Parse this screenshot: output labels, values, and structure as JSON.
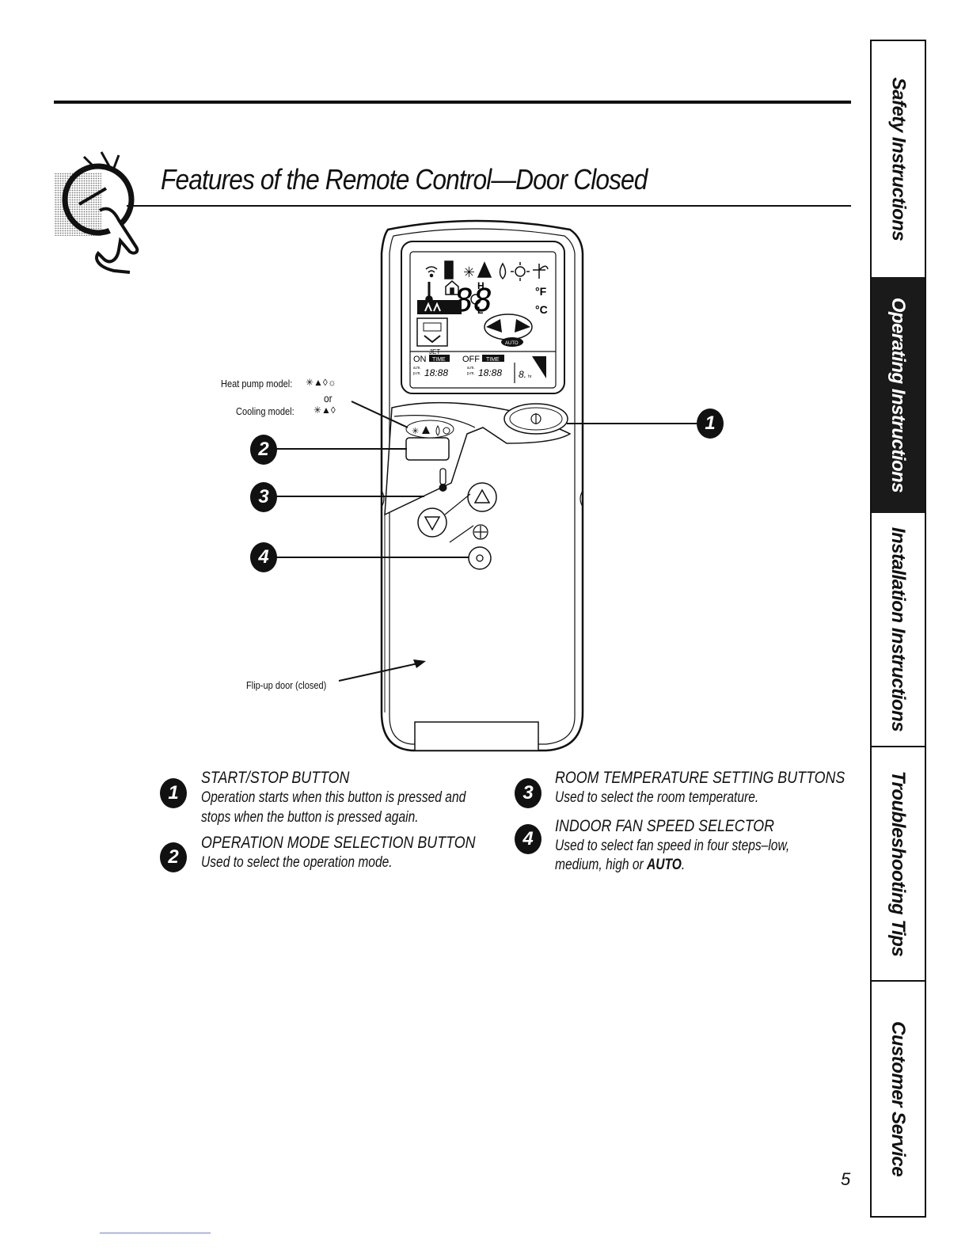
{
  "header": {
    "title": "Features of the Remote Control—Door Closed"
  },
  "diagram_labels": {
    "heat_pump": "Heat pump model:",
    "or": "or",
    "cooling": "Cooling model:",
    "flip_door": "Flip-up door (closed)",
    "temp_digits": "88",
    "deg_f": "°F",
    "deg_c": "°C",
    "h": "H",
    "l": "L",
    "jet": "JET",
    "auto": "AUTO",
    "on": "ON",
    "off": "OFF",
    "time": "TIME",
    "timer_on": "18:88",
    "timer_off": "18:88",
    "am": "a.m.",
    "pm": "p.m.",
    "sleep": "8.",
    "sleep_unit": "hr"
  },
  "callouts": [
    "1",
    "2",
    "3",
    "4"
  ],
  "descriptions": {
    "d1": {
      "num": "1",
      "heading": "START/STOP BUTTON",
      "line1": "Operation starts when this button is pressed and",
      "line2": "stops when the button is pressed again."
    },
    "d2": {
      "num": "2",
      "heading": "OPERATION MODE SELECTION BUTTON",
      "line1": "Used to select the operation mode."
    },
    "d3": {
      "num": "3",
      "heading": "ROOM TEMPERATURE SETTING BUTTONS",
      "line1": "Used to select the room temperature."
    },
    "d4": {
      "num": "4",
      "heading": "INDOOR FAN SPEED SELECTOR",
      "line1": "Used to select fan speed in four steps–low,",
      "line2_prefix": "medium, high or ",
      "line2_bold": "AUTO",
      "line2_suffix": "."
    }
  },
  "sidebar": {
    "tabs": [
      {
        "label": "Safety Instructions",
        "active": false
      },
      {
        "label": "Operating Instructions",
        "active": true
      },
      {
        "label": "Installation Instructions",
        "active": false
      },
      {
        "label": "Troubleshooting Tips",
        "active": false
      },
      {
        "label": "Customer Service",
        "active": false
      }
    ]
  },
  "footer": {
    "page_number": "5"
  }
}
